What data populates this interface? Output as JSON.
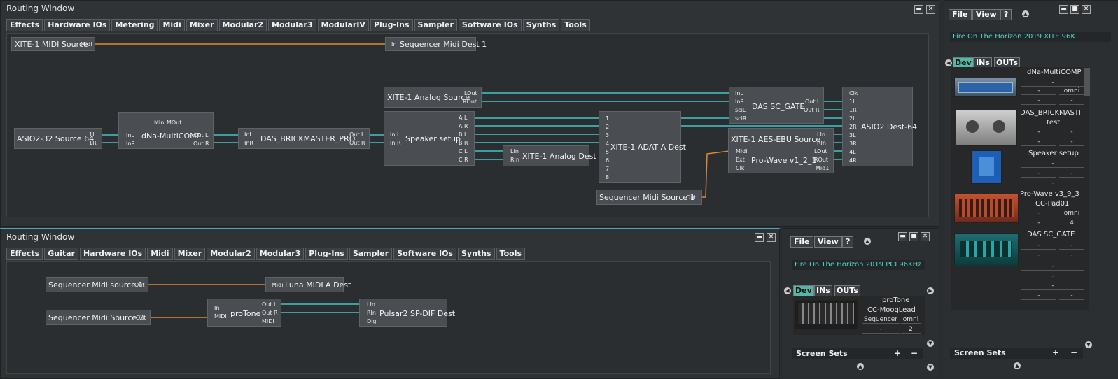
{
  "main_window": {
    "title": "Routing Window",
    "tabs": [
      "Effects",
      "Hardware IOs",
      "Metering",
      "Midi",
      "Mixer",
      "Modular2",
      "Modular3",
      "ModularIV",
      "Plug-Ins",
      "Sampler",
      "Software IOs",
      "Synths",
      "Tools"
    ]
  },
  "modules_top": {
    "xite_midi_source": {
      "name": "XITE-1 MIDI Source",
      "port": "Midi"
    },
    "seq_midi_dest": {
      "name": "Sequencer Midi Dest 1",
      "port": "In"
    },
    "xite_analog_source": {
      "name": "XITE-1 Analog Source",
      "ports": [
        "LOut",
        "ROut"
      ]
    },
    "asio_source": {
      "name": "ASIO2-32 Source 64",
      "ports": [
        "1L",
        "1R"
      ]
    },
    "dna_comp": {
      "name": "dNa-MultiCOMP",
      "in_ports": [
        "InL",
        "InR"
      ],
      "out_ports": [
        "Out L",
        "Out R"
      ],
      "midi_ports": [
        "MIn",
        "MOut"
      ]
    },
    "brickmaster": {
      "name": "DAS_BRICKMASTER_PRO",
      "in_ports": [
        "InL",
        "InR"
      ],
      "out_ports": [
        "Out L",
        "Out R"
      ]
    },
    "speaker_setup": {
      "name": "Speaker setup",
      "in_ports": [
        "In L",
        "In R"
      ],
      "out_ports": [
        "A L",
        "A R",
        "B L",
        "B R",
        "C L",
        "C R"
      ]
    },
    "xite_analog_dest": {
      "name": "XITE-1 Analog Dest",
      "ports": [
        "LIn",
        "RIn"
      ]
    },
    "adat_dest": {
      "name": "XITE-1 ADAT A Dest",
      "ports": [
        "1",
        "2",
        "3",
        "4",
        "5",
        "6",
        "7",
        "8"
      ]
    },
    "das_gate": {
      "name": "DAS SC_GATE",
      "in_ports": [
        "InL",
        "InR",
        "sciL",
        "sciR"
      ],
      "out_ports": [
        "Out L",
        "Out R"
      ]
    },
    "aes_source": {
      "name": "XITE-1 AES-EBU Source",
      "ports": [
        "LIn",
        "RIn"
      ]
    },
    "prowave": {
      "name": "Pro-Wave v1_2_1",
      "in_ports": [
        "Midi",
        "Ext",
        "Clk"
      ],
      "out_ports": [
        "LOut",
        "ROut",
        "Mid1"
      ]
    },
    "asio_dest": {
      "name": "ASIO2 Dest-64",
      "ports": [
        "Clk",
        "1L",
        "1R",
        "2L",
        "2R",
        "3L",
        "3R",
        "4L",
        "4R"
      ]
    },
    "seq_midi_source1": {
      "name": "Sequencer Midi Source 1",
      "port": "Out"
    }
  },
  "right_panel": {
    "menu": [
      "File",
      "View",
      "?"
    ],
    "device_title": "Fire On The Horizon 2019 XITE 96K",
    "tabs": [
      "Dev",
      "INs",
      "OUTs"
    ],
    "devices": [
      {
        "name": "dNa-MultiCOMP",
        "rows": [
          "-",
          "-",
          "omni",
          "-",
          "-"
        ]
      },
      {
        "name": "DAS_BRICKMASTI",
        "sub": "test",
        "rows": [
          "-",
          "-",
          "-",
          "-"
        ]
      },
      {
        "name": "Speaker setup",
        "rows": [
          "-",
          "-",
          "-",
          "-"
        ]
      },
      {
        "name": "Pro-Wave v3_9_3",
        "sub": "CC-Pad01",
        "rows": [
          "-",
          "omni",
          "-",
          "4"
        ]
      },
      {
        "name": "DAS SC_GATE",
        "rows": [
          "-",
          "-",
          "-",
          "-"
        ]
      }
    ],
    "extra_rows": [
      "-",
      "-",
      "-",
      "-",
      "-"
    ],
    "screen_sets": "Screen Sets",
    "plus": "+",
    "minus": "−"
  },
  "second_window": {
    "title": "Routing Window",
    "tabs": [
      "Effects",
      "Guitar",
      "Hardware IOs",
      "Midi",
      "Mixer",
      "Modular2",
      "Modular3",
      "Plug-Ins",
      "Sampler",
      "Software IOs",
      "Synths",
      "Tools"
    ],
    "modules": {
      "seq_src1": {
        "name": "Sequencer Midi source 1",
        "port": "Out"
      },
      "luna_dest": {
        "name": "Luna MIDI A Dest",
        "port": "Midi"
      },
      "seq_src2": {
        "name": "Sequencer Midi Source 2",
        "port": "Out"
      },
      "protone": {
        "name": "proTone",
        "in_ports": [
          "In",
          "MIDI"
        ],
        "out_ports": [
          "Out L",
          "Out R",
          "MIDI"
        ]
      },
      "pulsar_dest": {
        "name": "Pulsar2 SP-DIF Dest",
        "ports": [
          "LIn",
          "RIn",
          "Dig"
        ]
      }
    }
  },
  "second_right": {
    "menu": [
      "File",
      "View",
      "?"
    ],
    "device_title": "Fire On The Horizon 2019 PCI 96KHz",
    "tabs": [
      "Dev",
      "INs",
      "OUTs"
    ],
    "device": {
      "name": "proTone",
      "sub": "CC-MoogLead",
      "row1": [
        "Sequencer",
        "omni"
      ],
      "row2": [
        "-",
        "2"
      ]
    },
    "screen_sets": "Screen Sets",
    "plus": "+",
    "minus": "−"
  },
  "colors": {
    "audio_wire": "#3fc6c9",
    "midi_wire": "#e08a2e",
    "panel": "#303336",
    "accent": "#4fd7c8"
  }
}
